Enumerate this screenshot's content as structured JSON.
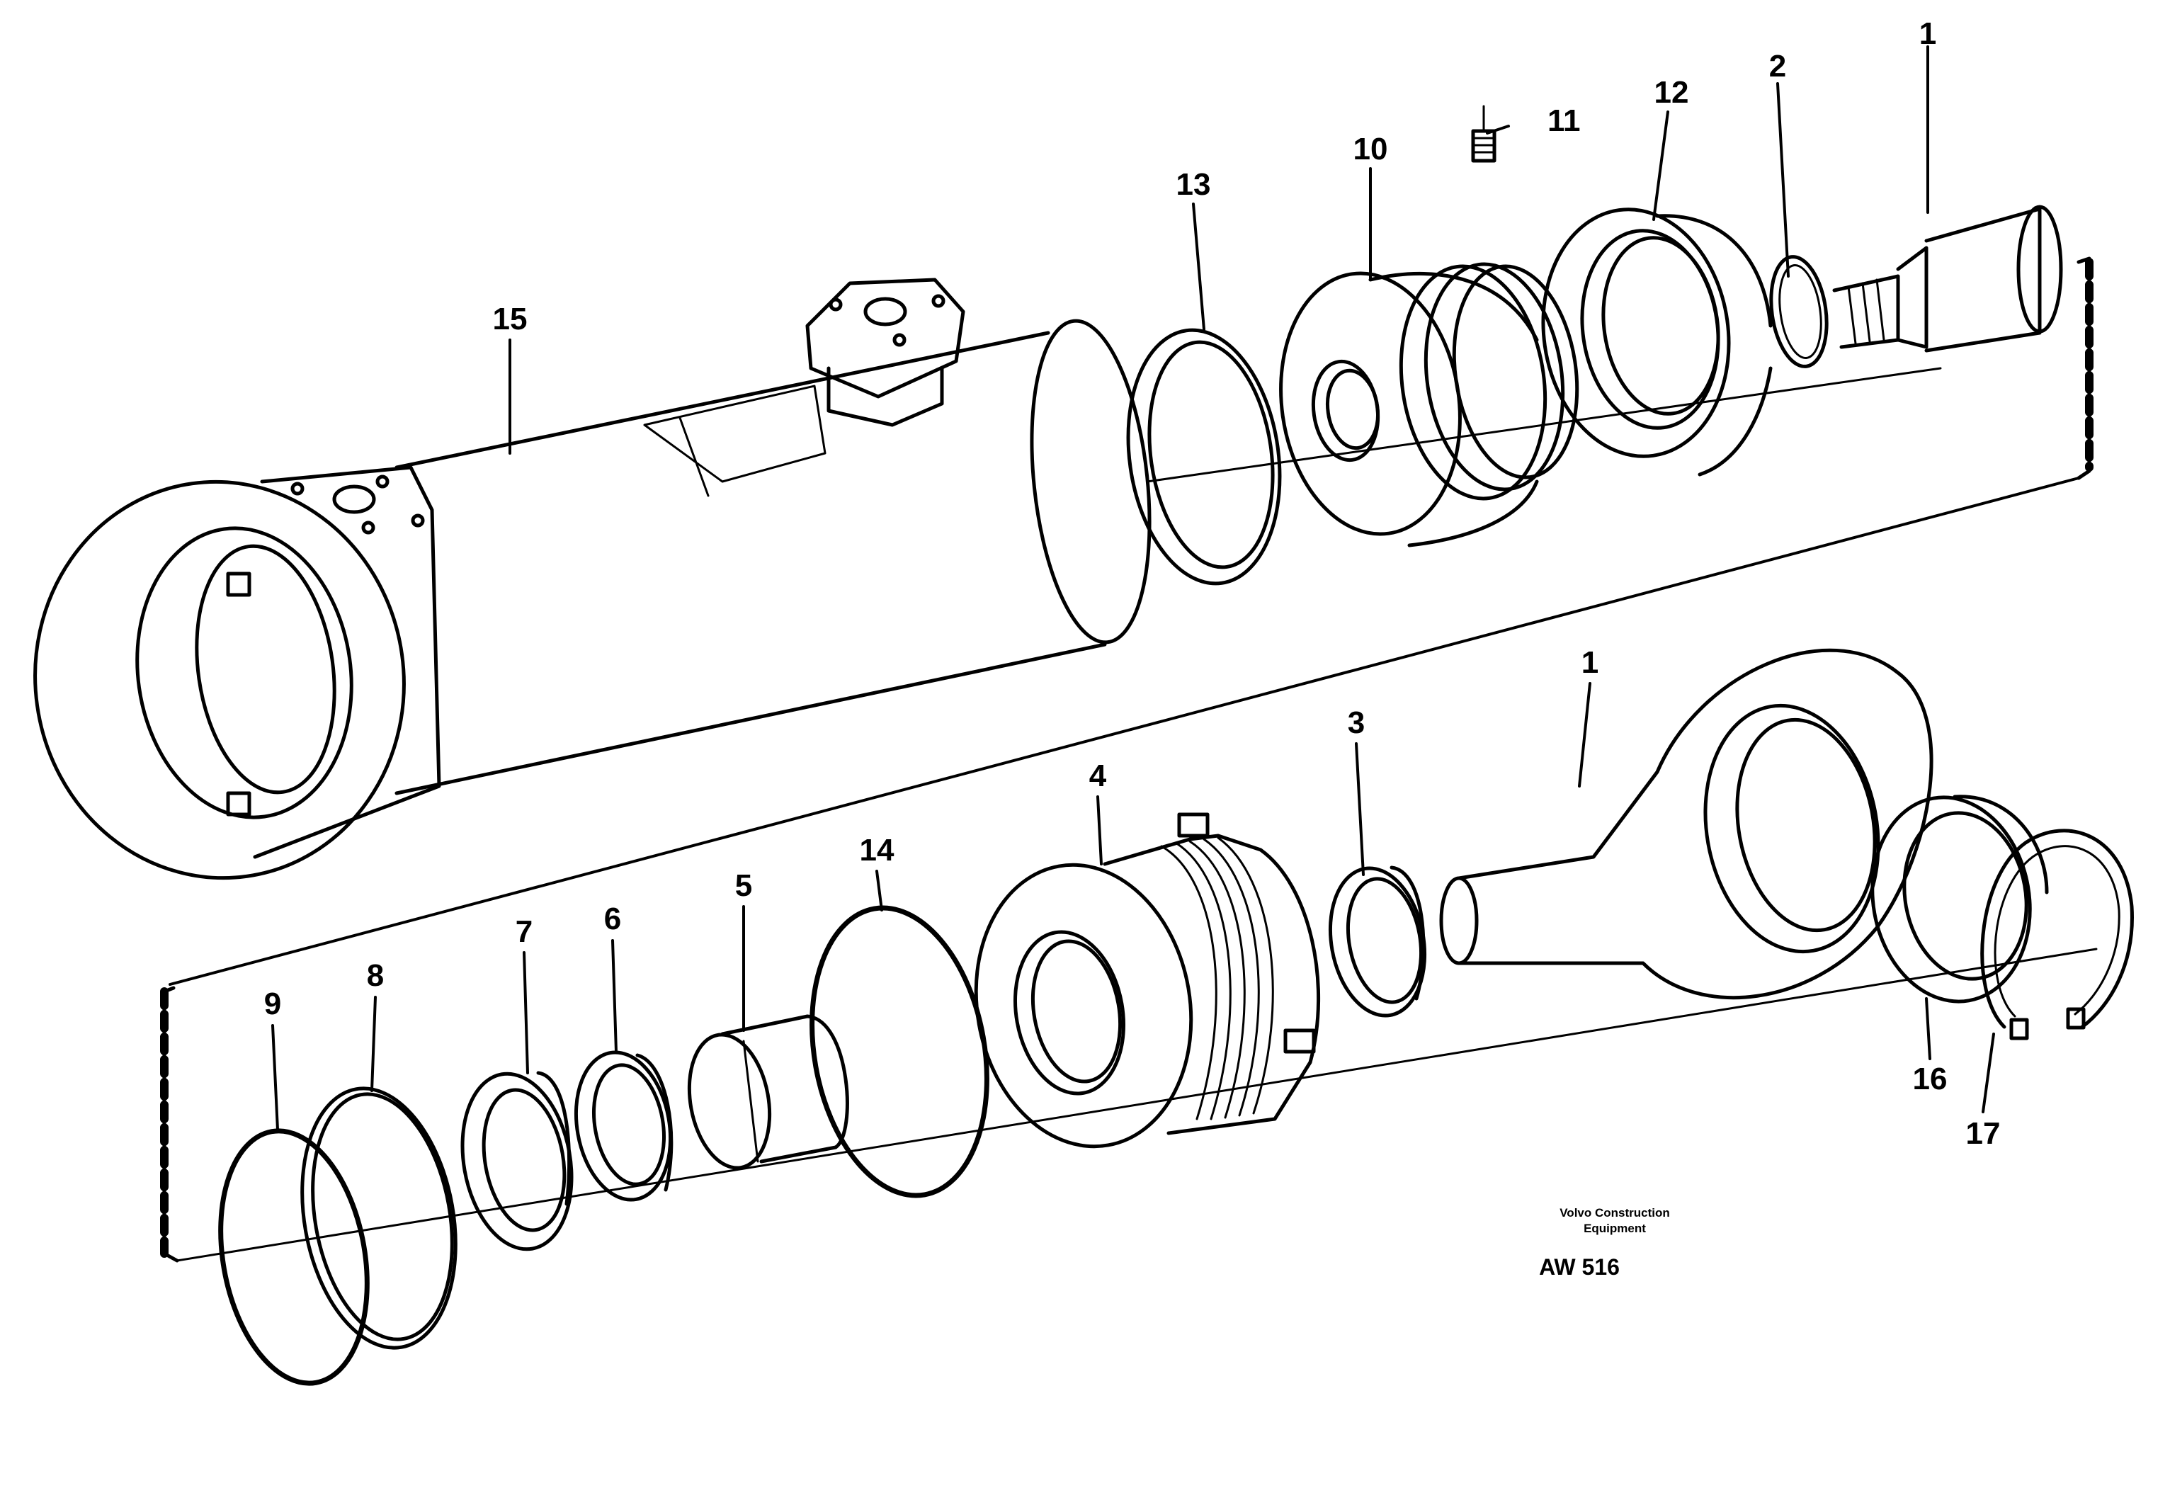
{
  "diagram": {
    "callouts": [
      "1",
      "2",
      "11",
      "12",
      "10",
      "13",
      "15",
      "1",
      "3",
      "4",
      "14",
      "5",
      "6",
      "7",
      "8",
      "9",
      "16",
      "17"
    ],
    "manufacturer_line1": "Volvo Construction",
    "manufacturer_line2": "Equipment",
    "drawing_code": "AW 516"
  }
}
